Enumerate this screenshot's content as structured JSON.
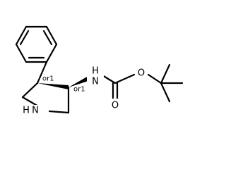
{
  "molecule": {
    "atom_labels": {
      "pyrrolidine_nitrogen": "N",
      "pyrrolidine_hydrogen": "H",
      "carbamate_nitrogen": "N",
      "carbamate_hydrogen": "H",
      "ester_oxygen": "O",
      "carbonyl_oxygen": "O"
    },
    "stereo_labels": {
      "c4_stereocenter": "or1",
      "c3_stereocenter": "or1"
    }
  }
}
